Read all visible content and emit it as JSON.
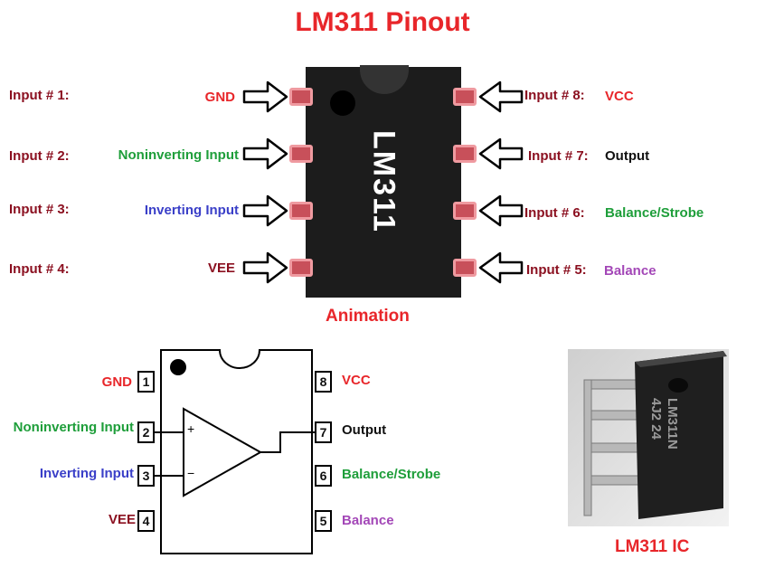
{
  "title": "LM311 Pinout",
  "chip_marking": "LM311",
  "animation_caption": "Animation",
  "photo_caption": "LM311 IC",
  "photo_marking": [
    "LM311N",
    "4J2 24"
  ],
  "pins": [
    {
      "number": "1",
      "input_label": "Input # 1:",
      "name": "GND",
      "color": "#e8262a"
    },
    {
      "number": "2",
      "input_label": "Input # 2:",
      "name": "Noninverting Input",
      "color": "#1e9e3a"
    },
    {
      "number": "3",
      "input_label": "Input # 3:",
      "name": "Inverting Input",
      "color": "#3a3fc8"
    },
    {
      "number": "4",
      "input_label": "Input # 4:",
      "name": "VEE",
      "color": "#8b1020"
    },
    {
      "number": "5",
      "input_label": "Input # 5:",
      "name": "Balance",
      "color": "#a347b7"
    },
    {
      "number": "6",
      "input_label": "Input # 6:",
      "name": "Balance/Strobe",
      "color": "#1e9e3a"
    },
    {
      "number": "7",
      "input_label": "Input # 7:",
      "name": "Output",
      "color": "#111111"
    },
    {
      "number": "8",
      "input_label": "Input # 8:",
      "name": "VCC",
      "color": "#e8262a"
    }
  ],
  "schematic_symbols": {
    "plus": "+",
    "minus": "−"
  }
}
